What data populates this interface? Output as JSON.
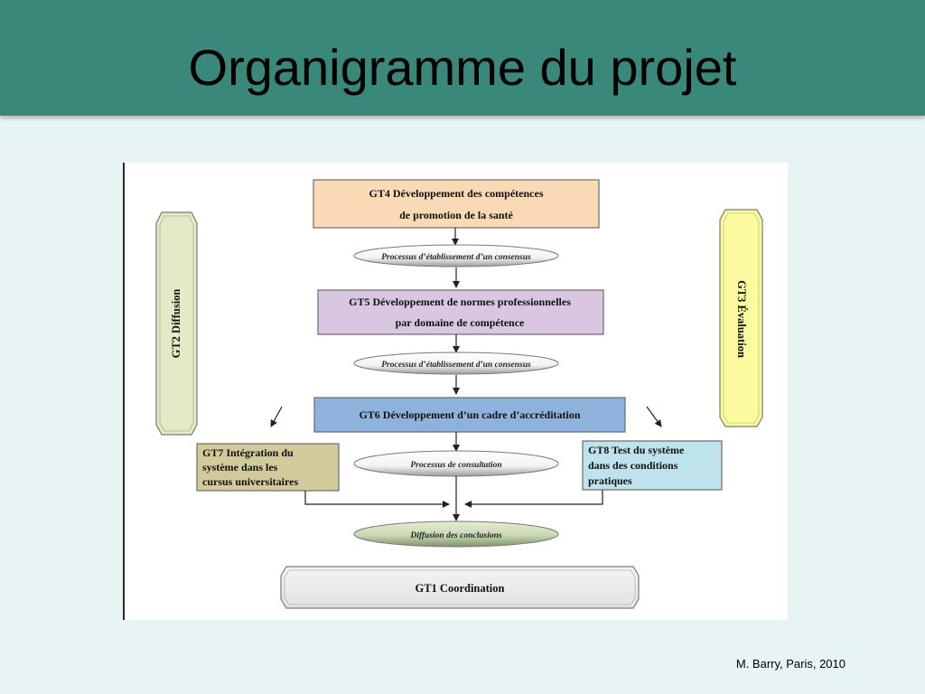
{
  "slide": {
    "title": "Organigramme du projet",
    "footer": "M. Barry, Paris, 2010"
  },
  "diagram": {
    "gt4": {
      "line1": "GT4 Développement des compétences",
      "line2": "de promotion de la santé",
      "color": "#fad9b6"
    },
    "consensus_1": "Processus d’établissement d’un consensus",
    "gt5": {
      "line1": "GT5 Développement de normes professionnelles",
      "line2": "par domaine de compétence",
      "color": "#d9c7e2"
    },
    "consensus_2": "Processus d’établissement d’un consensus",
    "gt6": {
      "line1": "GT6 Développement d’un cadre d’accréditation",
      "color": "#8fb2dc"
    },
    "consultation": "Processus de consultation",
    "gt7": {
      "line1": "GT7 Intégration du",
      "line2": "système dans les",
      "line3": "cursus universitaires",
      "color": "#d3ca9c"
    },
    "gt8": {
      "line1": "GT8 Test du système",
      "line2": "dans des conditions",
      "line3": "pratiques",
      "color": "#bfe3ec"
    },
    "diffusion_conclusions": "Diffusion des conclusions",
    "gt1": "GT1 Coordination",
    "gt2": {
      "label": "GT2 Diffusion",
      "color": "#e2ebc6"
    },
    "gt3": {
      "label": "GT3 Évaluation",
      "color": "#fafa9e"
    }
  }
}
